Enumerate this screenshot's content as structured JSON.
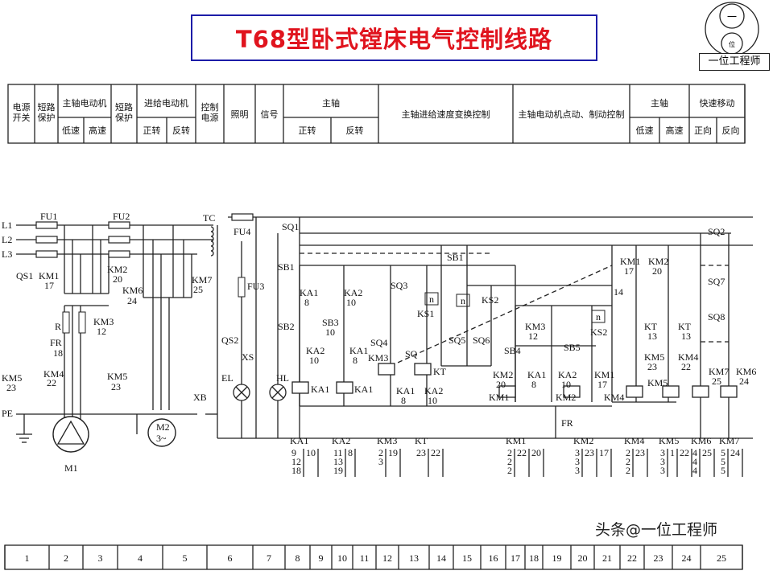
{
  "title": "T68型卧式镗床电气控制线路",
  "logo": {
    "caption": "一位工程师",
    "top_glyph": "一",
    "bottom_glyph": "位"
  },
  "header": {
    "cells": [
      {
        "label": "电源\n开关"
      },
      {
        "label": "短路\n保护"
      },
      {
        "label": "主轴电动机",
        "sub": [
          "低速",
          "高速"
        ]
      },
      {
        "label": "短路\n保护"
      },
      {
        "label": "进给电动机",
        "sub": [
          "正转",
          "反转"
        ]
      },
      {
        "label": "控制\n电源"
      },
      {
        "label": "照明"
      },
      {
        "label": "信号"
      },
      {
        "label": "主轴",
        "sub": [
          "正转",
          "反转"
        ]
      },
      {
        "label": "主轴进给速度变换控制"
      },
      {
        "label": "主轴电动机点动、制动控制"
      },
      {
        "label": "主轴",
        "sub": [
          "低速",
          "高速"
        ]
      },
      {
        "label": "快速移动",
        "sub": [
          "正向",
          "反向"
        ]
      }
    ]
  },
  "diagram": {
    "labels": [
      "L1",
      "L2",
      "L3",
      "FU1",
      "FU2",
      "TC",
      "FU4",
      "QS1",
      "KM1",
      "17",
      "KM2",
      "20",
      "KM6",
      "24",
      "KM7",
      "25",
      "R",
      "KM3",
      "12",
      "FR",
      "18",
      "KM4",
      "22",
      "KM5",
      "23",
      "KM5",
      "23",
      "PE",
      "XB",
      "M1",
      "M2",
      "3~",
      "FU3",
      "QS2",
      "XS",
      "EL",
      "HL",
      "SQ1",
      "SB1",
      "KA1",
      "8",
      "KA2",
      "10",
      "SB2",
      "SB3",
      "10",
      "KA2",
      "10",
      "KA1",
      "8",
      "SQ3",
      "KS1",
      "KS2",
      "SB1",
      "SQ4",
      "KM3",
      "SQ",
      "KT",
      "SQ5",
      "SQ6",
      "KA1",
      "KA1",
      "KA1",
      "8",
      "KA2",
      "10",
      "SB4",
      "KM2",
      "20",
      "KM1",
      "KM3",
      "12",
      "KA1",
      "8",
      "SB5",
      "KA2",
      "10",
      "KM2",
      "KM1",
      "17",
      "KS2",
      "KM4",
      "KM1",
      "17",
      "KM2",
      "20",
      "14",
      "KT",
      "13",
      "KT",
      "13",
      "KM5",
      "23",
      "KM4",
      "22",
      "KM5",
      "SQ2",
      "SQ7",
      "SQ8",
      "KM7",
      "25",
      "KM6",
      "24",
      "FR",
      "n",
      "n",
      "n"
    ]
  },
  "contact_tables": [
    {
      "name": "KA1",
      "cols": [
        [
          "9",
          "12",
          "18"
        ],
        [
          "10"
        ]
      ]
    },
    {
      "name": "KA2",
      "cols": [
        [
          "11",
          "13",
          "19"
        ],
        [
          "8"
        ]
      ]
    },
    {
      "name": "KM3",
      "cols": [
        [
          "2",
          "3"
        ],
        [
          "19"
        ]
      ]
    },
    {
      "name": "KT",
      "cols": [
        [
          "23"
        ],
        [
          "22"
        ]
      ]
    },
    {
      "name": "KM1",
      "cols": [
        [
          "2",
          "2",
          "2"
        ],
        [
          "22"
        ],
        [
          "20"
        ]
      ]
    },
    {
      "name": "KM2",
      "cols": [
        [
          "3",
          "3",
          "3"
        ],
        [
          "23"
        ],
        [
          "17"
        ]
      ]
    },
    {
      "name": "KM4",
      "cols": [
        [
          "2",
          "2",
          "2"
        ],
        [
          "23"
        ]
      ]
    },
    {
      "name": "KM5",
      "cols": [
        [
          "3",
          "3",
          "3"
        ],
        [
          "1"
        ],
        [
          "22"
        ]
      ]
    },
    {
      "name": "KM6",
      "cols": [
        [
          "4",
          "4",
          "4"
        ],
        [
          "25"
        ]
      ]
    },
    {
      "name": "KM7",
      "cols": [
        [
          "5",
          "5",
          "5"
        ],
        [
          "24"
        ]
      ]
    }
  ],
  "footer_numbers": [
    "1",
    "2",
    "3",
    "4",
    "5",
    "6",
    "7",
    "8",
    "9",
    "10",
    "11",
    "12",
    "13",
    "14",
    "15",
    "16",
    "17",
    "18",
    "19",
    "20",
    "21",
    "22",
    "23",
    "24",
    "25"
  ],
  "watermark": "头条@一位工程师",
  "colors": {
    "title": "#e0141e",
    "title_border": "#1c1ca8",
    "lines": "#222222"
  }
}
